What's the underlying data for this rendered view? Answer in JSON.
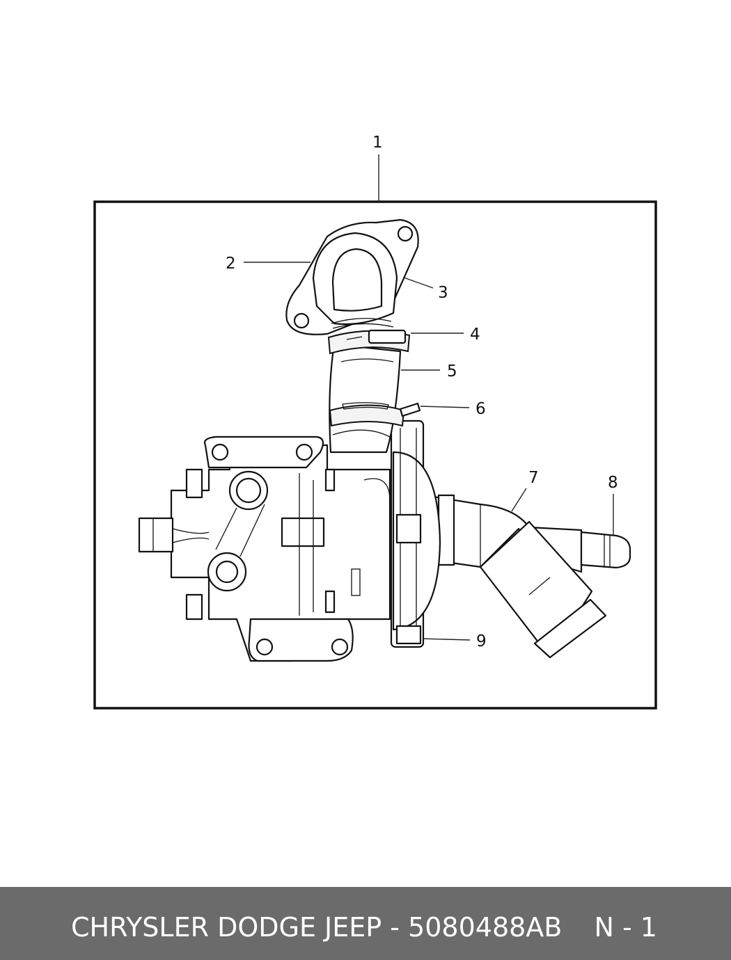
{
  "diagram": {
    "callouts": [
      "1",
      "2",
      "3",
      "4",
      "5",
      "6",
      "7",
      "8",
      "9"
    ]
  },
  "footer": {
    "title": "CHRYSLER DODGE JEEP - 5080488AB",
    "page": "N - 1"
  },
  "colors": {
    "footer_bg": "#6b6b6b",
    "footer_text": "#ffffff",
    "line": "#111111"
  }
}
